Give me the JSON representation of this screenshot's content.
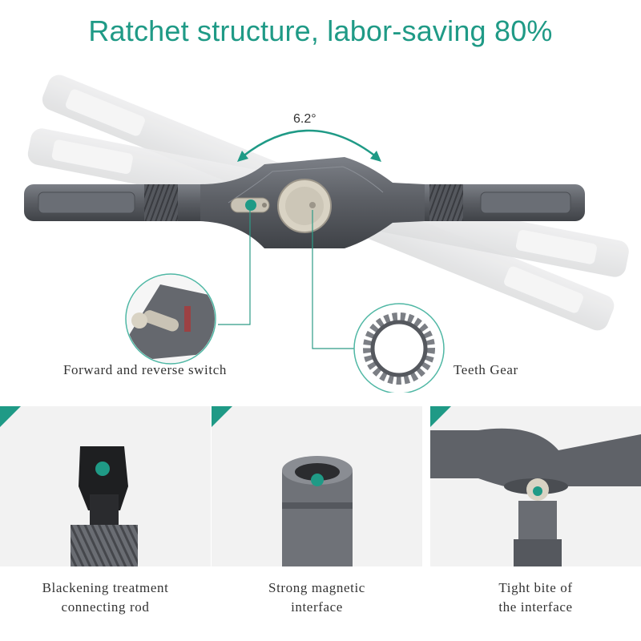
{
  "headline": "Ratchet structure, labor-saving 80%",
  "angle_label": "6.2°",
  "callouts": {
    "switch": "Forward and reverse switch",
    "gear": "Teeth Gear"
  },
  "panels": [
    {
      "line1": "Blackening treatment",
      "line2": "connecting rod"
    },
    {
      "line1": "Strong magnetic",
      "line2": "interface"
    },
    {
      "line1": "Tight bite of",
      "line2": "the interface"
    }
  ],
  "colors": {
    "accent": "#1f9a86",
    "tool_body": "#5d6066",
    "ghost": "#e4e5e6",
    "panel_bg": "#f2f2f2",
    "text": "#333333"
  },
  "icons": [
    "ratchet-wrench-icon",
    "gear-ring-icon",
    "switch-closeup-icon",
    "hex-rod-icon",
    "socket-icon",
    "interface-closeup-icon"
  ]
}
